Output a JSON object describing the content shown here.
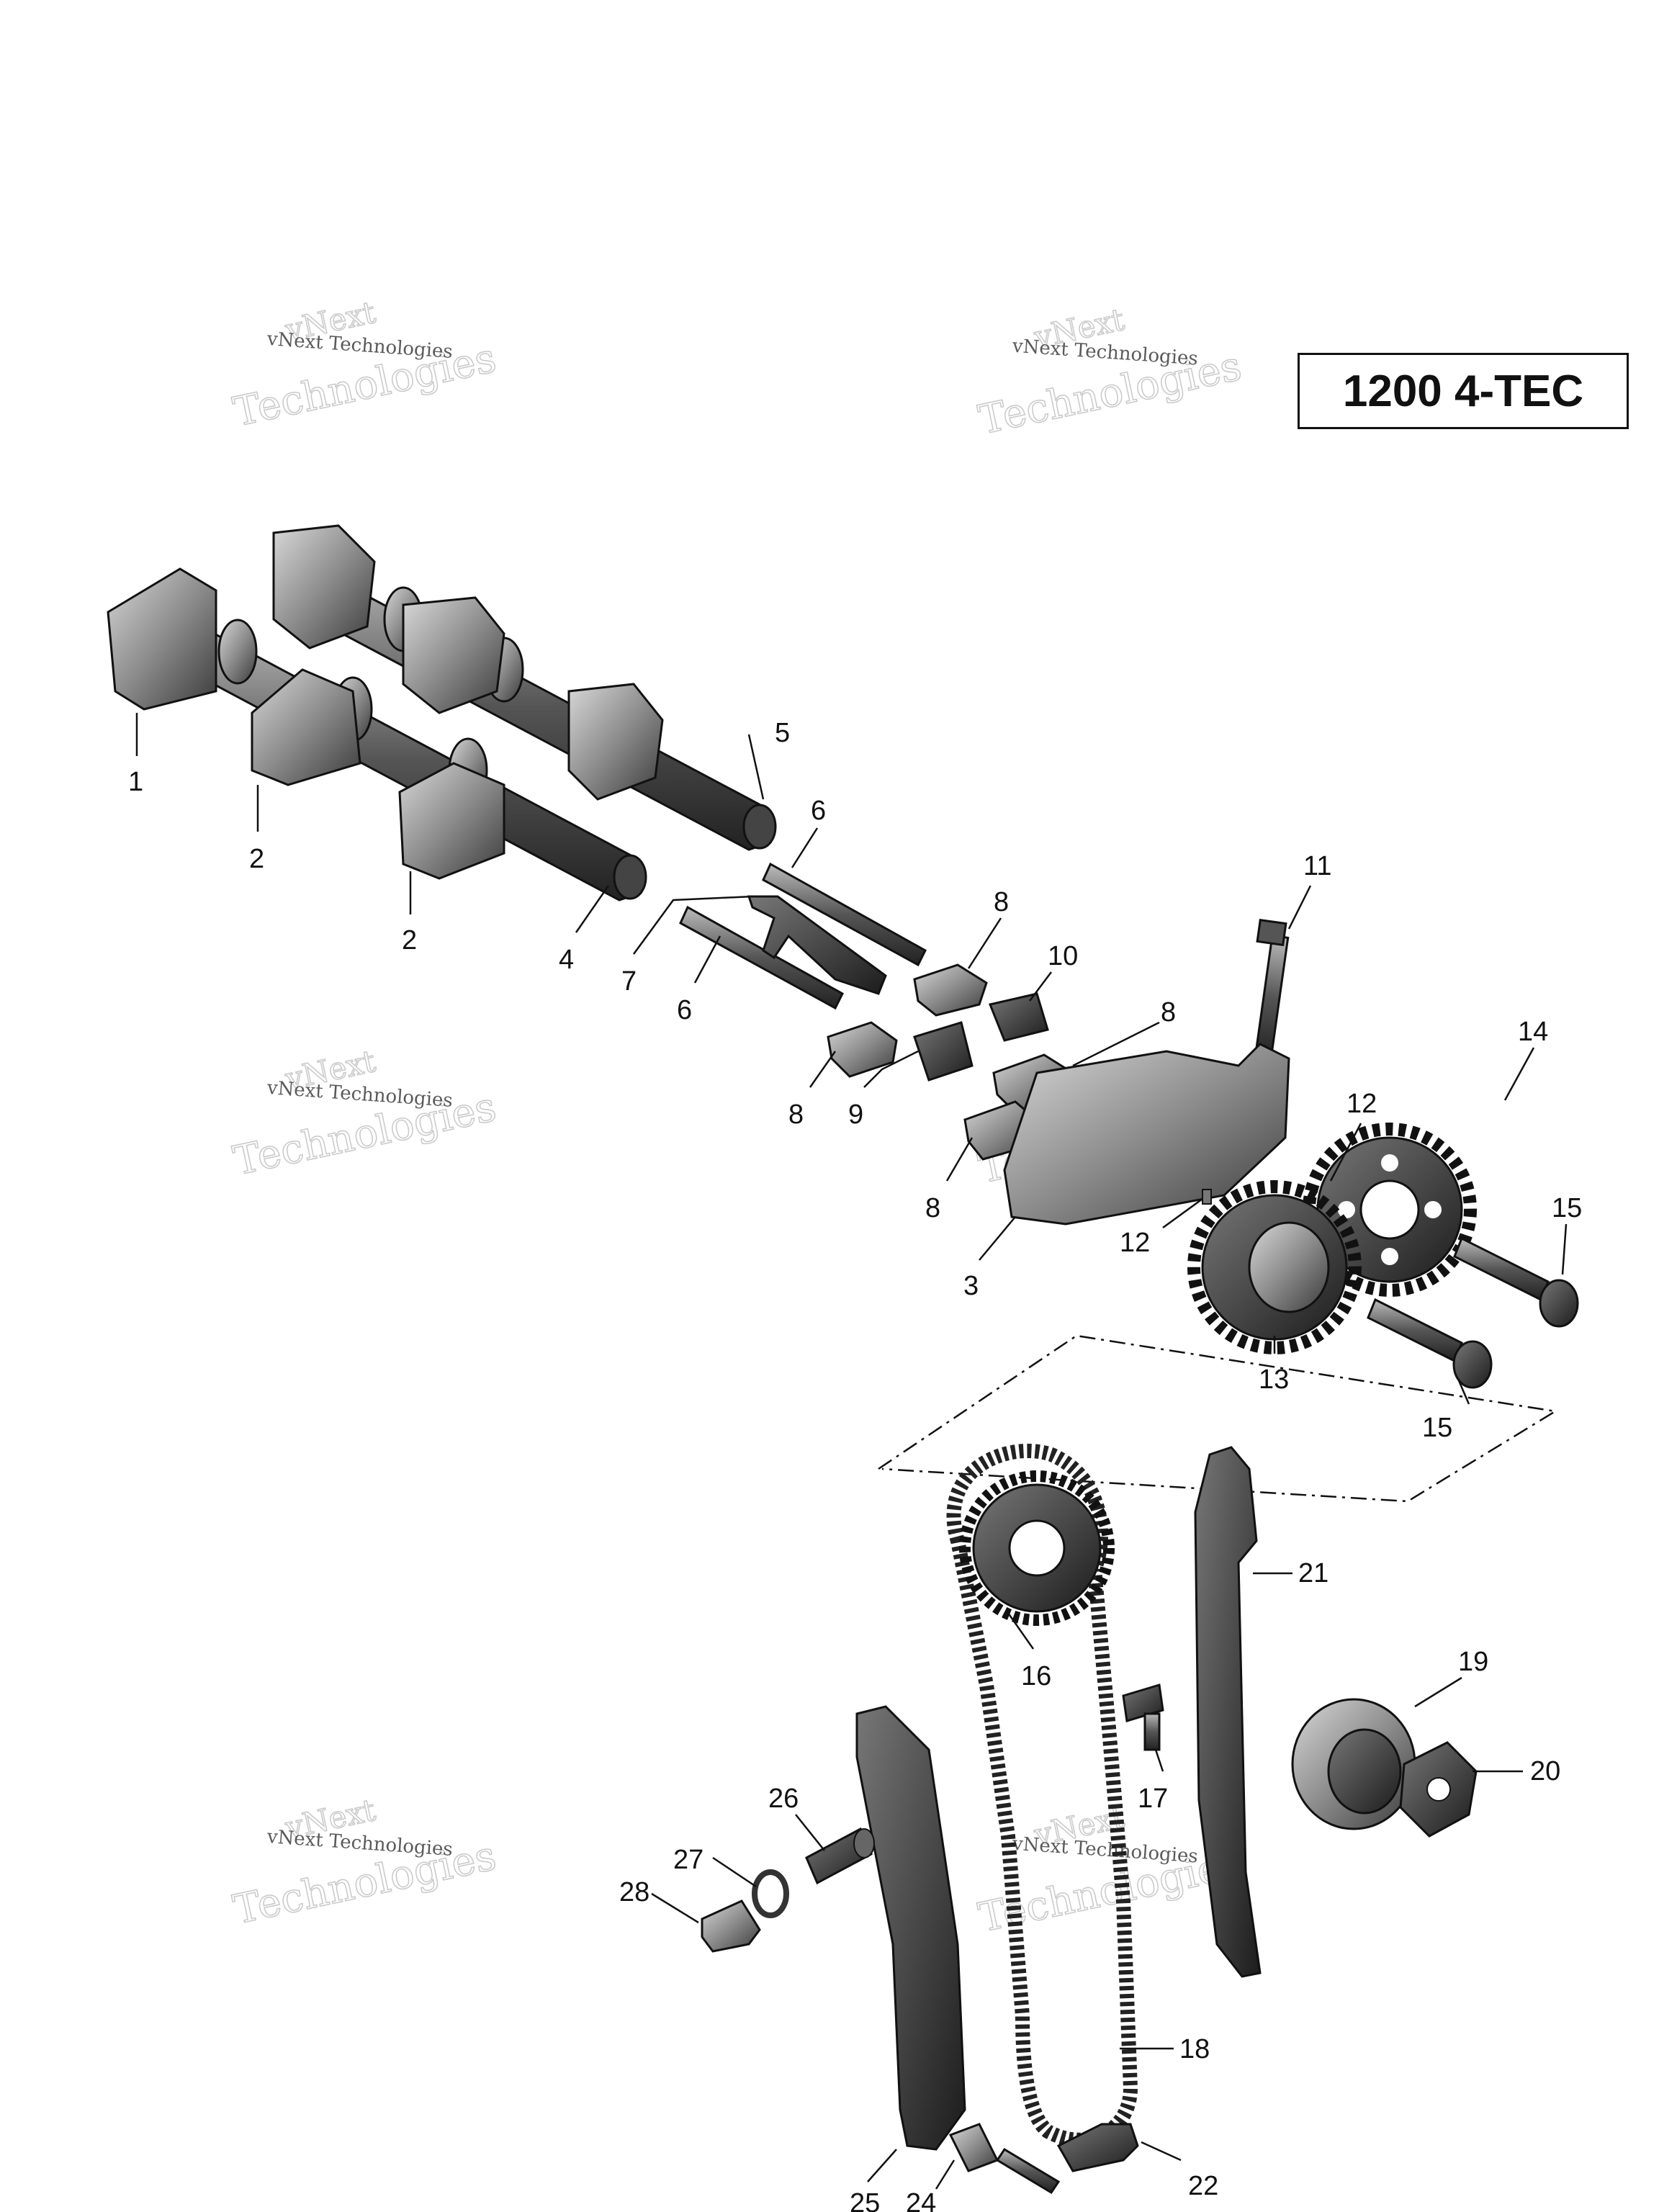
{
  "model_label": "1200 4-TEC",
  "watermark": {
    "company": "vNext Technologies",
    "line1": "vNext",
    "line2": "Technologies"
  },
  "callouts": [
    "1",
    "2",
    "2",
    "3",
    "4",
    "5",
    "6",
    "6",
    "7",
    "8",
    "8",
    "8",
    "8",
    "9",
    "10",
    "11",
    "12",
    "12",
    "13",
    "14",
    "15",
    "15",
    "16",
    "17",
    "18",
    "19",
    "20",
    "21",
    "22",
    "24",
    "25",
    "26",
    "27",
    "28"
  ]
}
